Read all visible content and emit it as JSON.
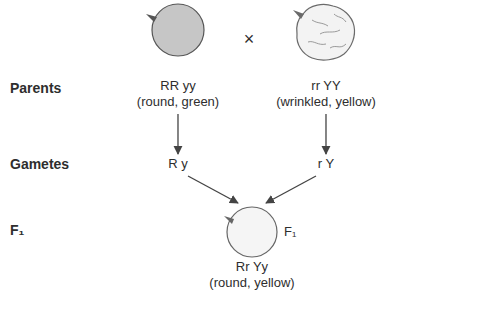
{
  "diagram": {
    "nodes": [
      {
        "text": [
          "RR yy",
          "(round, green)"
        ]
      },
      {
        "text": [
          "rr YY",
          "(wrinkled, yellow)"
        ]
      },
      {
        "text": [
          "R y"
        ]
      },
      {
        "text": [
          "r Y"
        ]
      },
      {
        "text": [
          "Rr Yy",
          "(round, yellow)"
        ]
      }
    ],
    "edges": [
      {
        "from": 0,
        "to": 2,
        "arrow": "to"
      },
      {
        "from": 1,
        "to": 3,
        "arrow": "to"
      },
      {
        "from": 2,
        "to": 4,
        "arrow": "to"
      },
      {
        "from": 3,
        "to": 4,
        "arrow": "to"
      }
    ],
    "labels": [
      "×",
      "Parents",
      "Gametes",
      "F₁",
      "F₁"
    ]
  }
}
